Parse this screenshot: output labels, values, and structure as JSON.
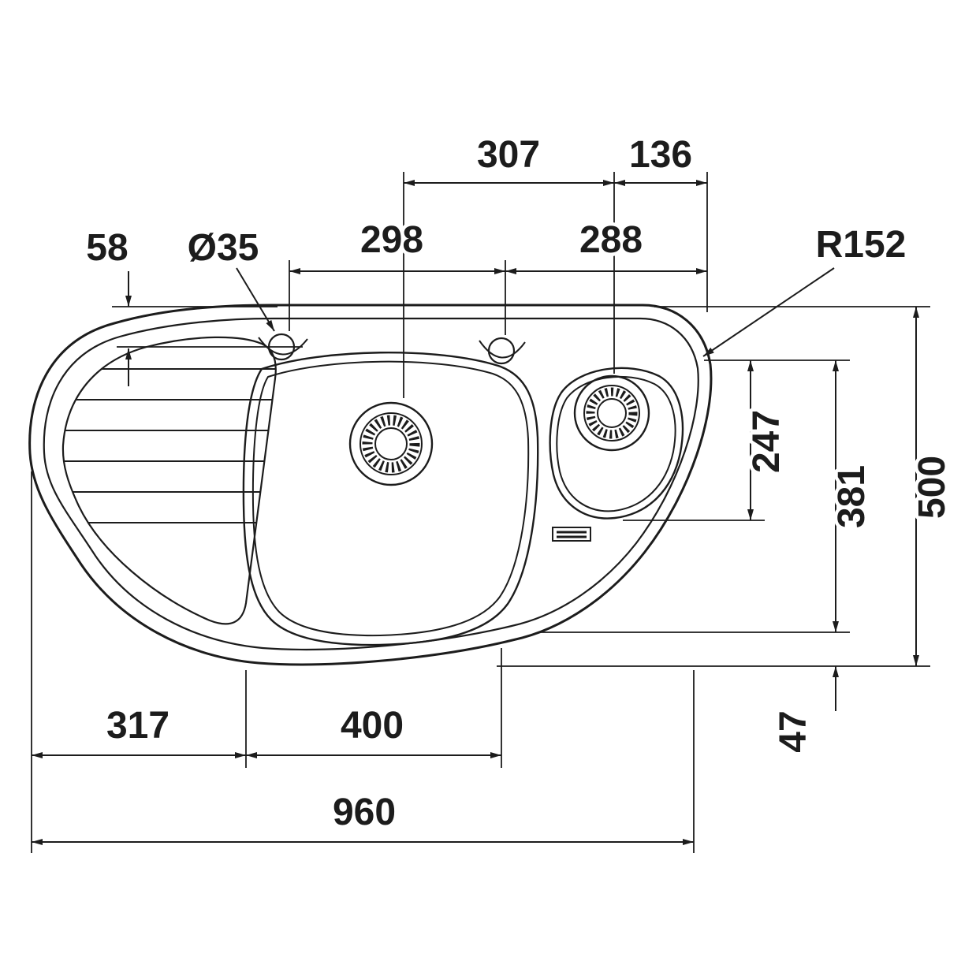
{
  "drawing": {
    "line_color": "#1c1c1c",
    "background": "#ffffff",
    "dimensions": {
      "top": {
        "span_307": "307",
        "span_136": "136"
      },
      "tap_row": {
        "span_298": "298",
        "span_288": "288"
      },
      "left": {
        "offset_58": "58",
        "tap_hole_diameter": "Ø35"
      },
      "corner": {
        "radius": "R152"
      },
      "right": {
        "depth_247": "247",
        "depth_381": "381",
        "overall_depth_500": "500",
        "offset_47": "47"
      },
      "bottom": {
        "span_317": "317",
        "span_400": "400",
        "overall_width_960": "960"
      }
    }
  }
}
